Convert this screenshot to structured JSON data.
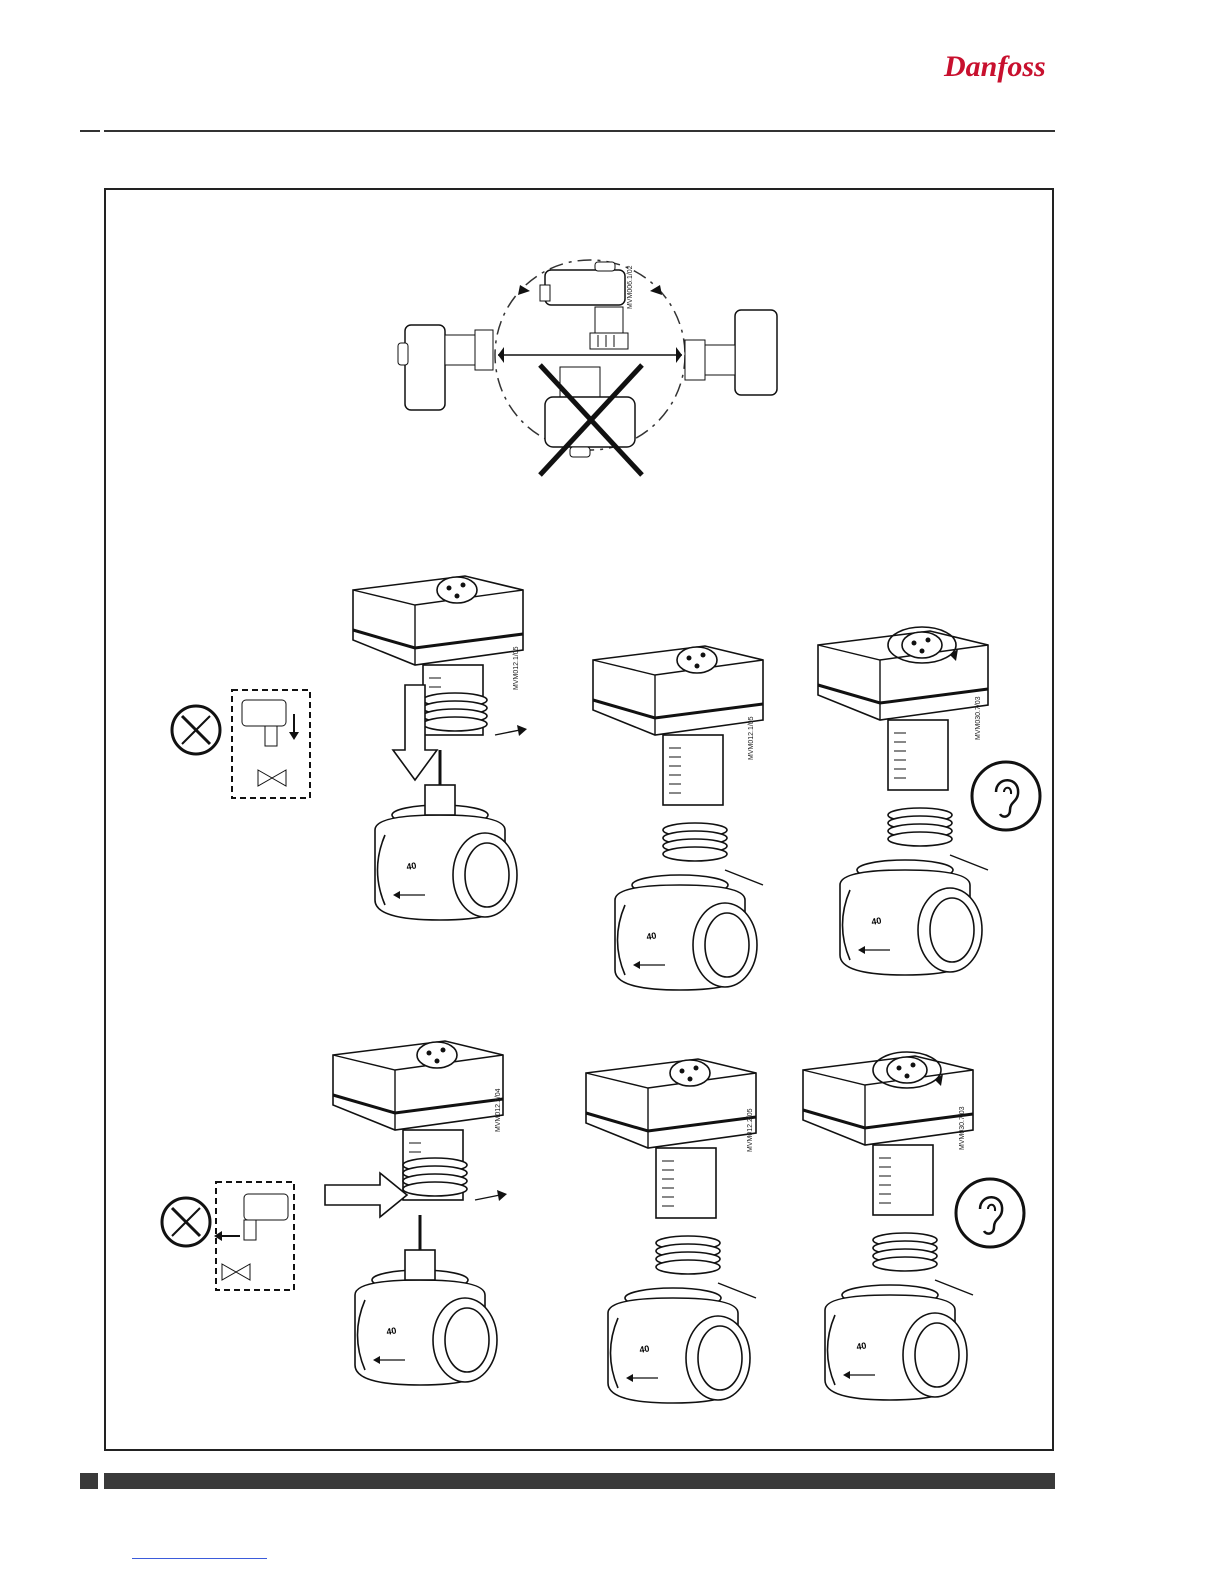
{
  "brand": {
    "name": "Danfoss",
    "color": "#c8102e"
  },
  "colors": {
    "rule": "#333333",
    "footer_bar": "#3a3a3a",
    "link_underline": "#3b5bdb"
  },
  "figures": {
    "orientation": {
      "code": "MVM006.1/02"
    },
    "step_row_1": {
      "codes": [
        "MVM012.1/05",
        "MVM012.1/05",
        "MVM030.7/03"
      ],
      "size_mark": "40"
    },
    "step_row_2": {
      "codes": [
        "MVM012.2/04",
        "MVM012.2/05",
        "MVM030.7/03"
      ],
      "size_mark": "40"
    }
  },
  "icons": {
    "no_tools": "no-tools-icon",
    "actuator_down": "actuator-down-icon",
    "actuator_sideways": "actuator-sideways-icon",
    "valve_symbol": "valve-symbol-icon",
    "listen": "ear-icon"
  }
}
